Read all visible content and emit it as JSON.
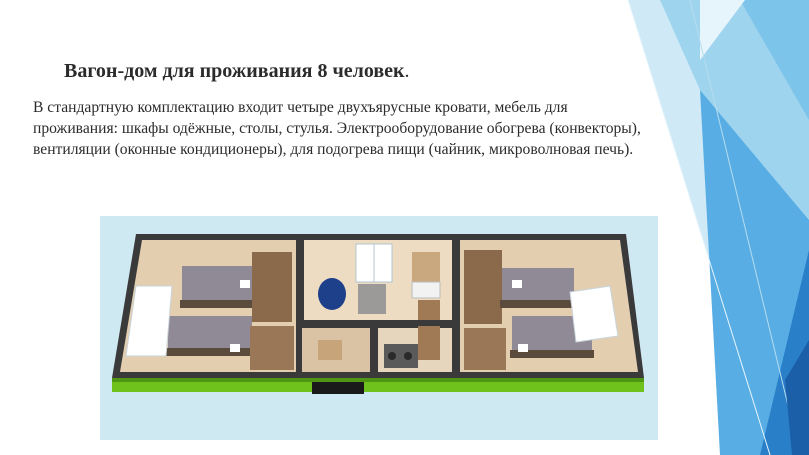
{
  "slide": {
    "title": "Вагон-дом для проживания 8 человек",
    "title_punct": ".",
    "body": "В стандартную комплектацию входит четыре двухъярусные кровати, мебель для проживания: шкафы одёжные, столы, стулья. Электрооборудование обогрева (конвекторы), вентиляции (оконные кондиционеры), для подогрева пищи (чайник, микроволновая печь)."
  },
  "image": {
    "subject": "floor-plan-3d",
    "rooms": [
      "bedroom-left",
      "kitchen-bathroom",
      "bedroom-right"
    ]
  },
  "colors": {
    "accent_blue": "#3a8fd6",
    "light_blue": "#bfe3f4",
    "container_green": "#6fc21c",
    "wood": "#8a6a4a"
  }
}
